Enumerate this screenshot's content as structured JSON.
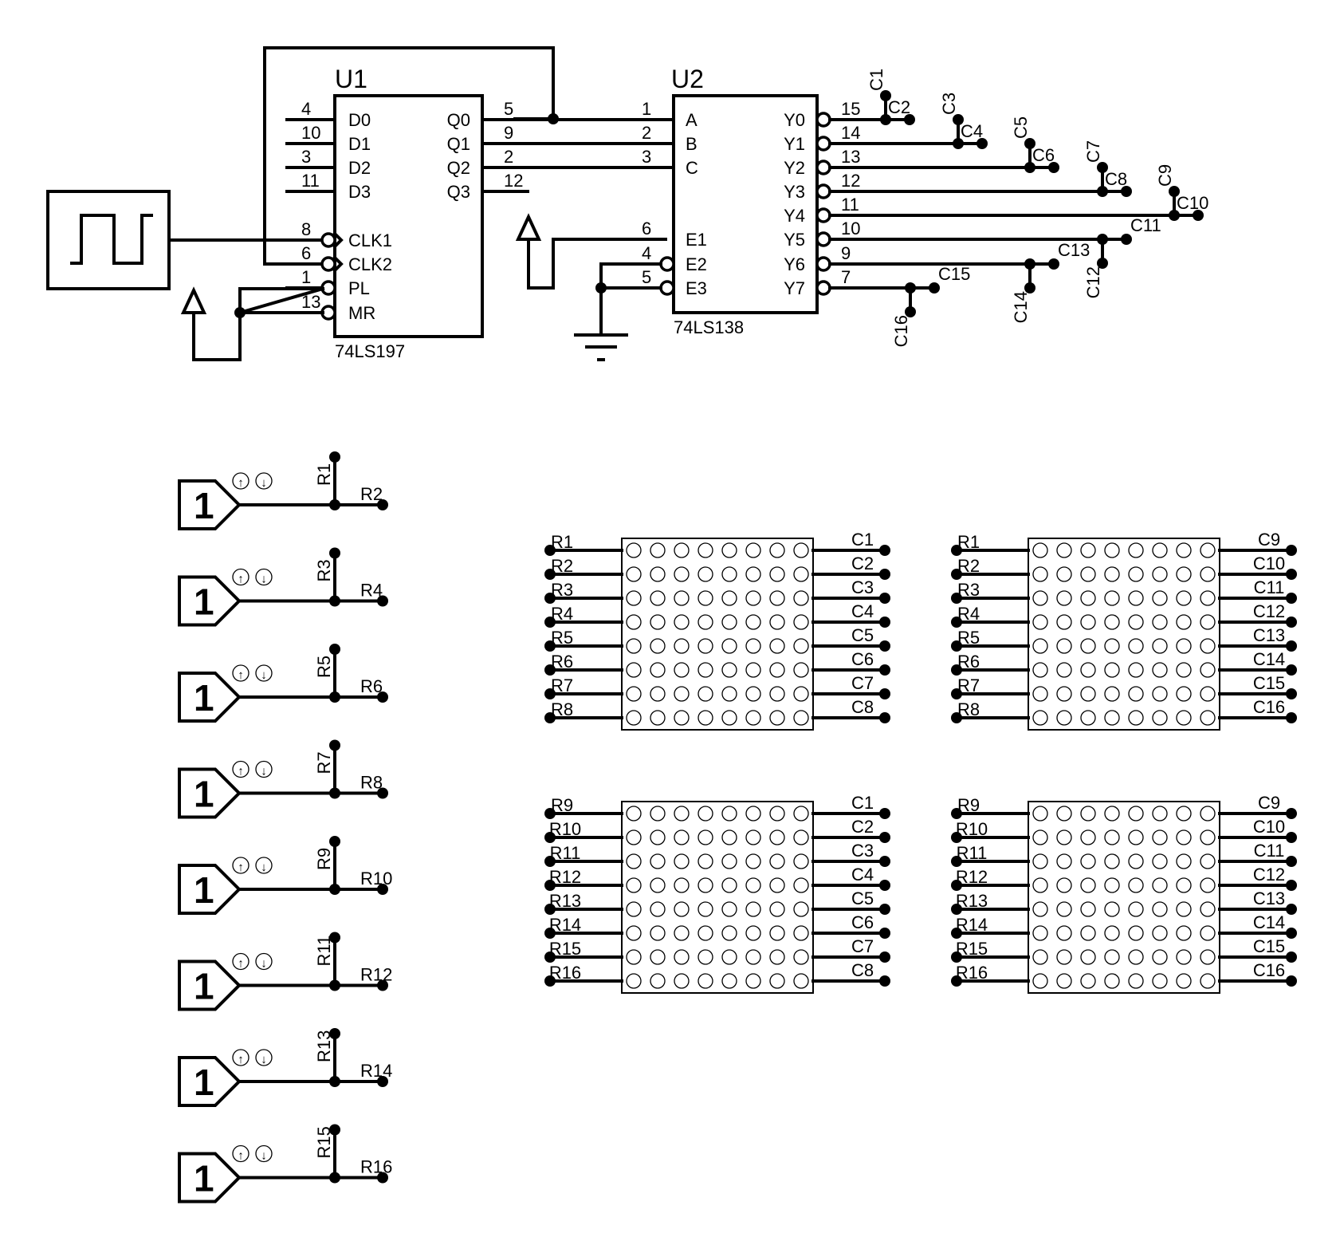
{
  "colors": {
    "ink": "#000000",
    "background": "#ffffff"
  },
  "u1": {
    "ref": "U1",
    "part": "74LS197",
    "left_pins": [
      {
        "num": "4",
        "name": "D0"
      },
      {
        "num": "10",
        "name": "D1"
      },
      {
        "num": "3",
        "name": "D2"
      },
      {
        "num": "11",
        "name": "D3"
      },
      {
        "num": "8",
        "name": "CLK1",
        "inverted": true,
        "clock": true
      },
      {
        "num": "6",
        "name": "CLK2",
        "inverted": true,
        "clock": true
      },
      {
        "num": "1",
        "name": "PL",
        "inverted": true
      },
      {
        "num": "13",
        "name": "MR",
        "inverted": true
      }
    ],
    "right_pins": [
      {
        "num": "5",
        "name": "Q0"
      },
      {
        "num": "9",
        "name": "Q1"
      },
      {
        "num": "2",
        "name": "Q2"
      },
      {
        "num": "12",
        "name": "Q3"
      }
    ]
  },
  "u2": {
    "ref": "U2",
    "part": "74LS138",
    "left_pins": [
      {
        "num": "1",
        "name": "A"
      },
      {
        "num": "2",
        "name": "B"
      },
      {
        "num": "3",
        "name": "C"
      },
      {
        "num": "6",
        "name": "E1"
      },
      {
        "num": "4",
        "name": "E2",
        "inverted": true
      },
      {
        "num": "5",
        "name": "E3",
        "inverted": true
      }
    ],
    "right_pins": [
      {
        "num": "15",
        "name": "Y0"
      },
      {
        "num": "14",
        "name": "Y1"
      },
      {
        "num": "13",
        "name": "Y2"
      },
      {
        "num": "12",
        "name": "Y3"
      },
      {
        "num": "11",
        "name": "Y4"
      },
      {
        "num": "10",
        "name": "Y5"
      },
      {
        "num": "9",
        "name": "Y6"
      },
      {
        "num": "7",
        "name": "Y7"
      }
    ]
  },
  "decoder_outputs": [
    {
      "a": "C1",
      "b": "C2"
    },
    {
      "a": "C3",
      "b": "C4"
    },
    {
      "a": "C5",
      "b": "C6"
    },
    {
      "a": "C7",
      "b": "C8"
    },
    {
      "a": "C9",
      "b": "C10"
    },
    {
      "a": "C12",
      "b": "C11"
    },
    {
      "a": "C14",
      "b": "C13"
    },
    {
      "a": "C16",
      "b": "C15"
    }
  ],
  "logic_states": [
    {
      "value": "1",
      "up": "↑",
      "down": "↓",
      "a": "R1",
      "b": "R2"
    },
    {
      "value": "1",
      "up": "↑",
      "down": "↓",
      "a": "R3",
      "b": "R4"
    },
    {
      "value": "1",
      "up": "↑",
      "down": "↓",
      "a": "R5",
      "b": "R6"
    },
    {
      "value": "1",
      "up": "↑",
      "down": "↓",
      "a": "R7",
      "b": "R8"
    },
    {
      "value": "1",
      "up": "↑",
      "down": "↓",
      "a": "R9",
      "b": "R10"
    },
    {
      "value": "1",
      "up": "↑",
      "down": "↓",
      "a": "R11",
      "b": "R12"
    },
    {
      "value": "1",
      "up": "↑",
      "down": "↓",
      "a": "R13",
      "b": "R14"
    },
    {
      "value": "1",
      "up": "↑",
      "down": "↓",
      "a": "R15",
      "b": "R16"
    }
  ],
  "matrices": [
    {
      "rows": [
        "R1",
        "R2",
        "R3",
        "R4",
        "R5",
        "R6",
        "R7",
        "R8"
      ],
      "cols": [
        "C1",
        "C2",
        "C3",
        "C4",
        "C5",
        "C6",
        "C7",
        "C8"
      ],
      "size": 8
    },
    {
      "rows": [
        "R1",
        "R2",
        "R3",
        "R4",
        "R5",
        "R6",
        "R7",
        "R8"
      ],
      "cols": [
        "C9",
        "C10",
        "C11",
        "C12",
        "C13",
        "C14",
        "C15",
        "C16"
      ],
      "size": 8
    },
    {
      "rows": [
        "R9",
        "R10",
        "R11",
        "R12",
        "R13",
        "R14",
        "R15",
        "R16"
      ],
      "cols": [
        "C1",
        "C2",
        "C3",
        "C4",
        "C5",
        "C6",
        "C7",
        "C8"
      ],
      "size": 8
    },
    {
      "rows": [
        "R9",
        "R10",
        "R11",
        "R12",
        "R13",
        "R14",
        "R15",
        "R16"
      ],
      "cols": [
        "C9",
        "C10",
        "C11",
        "C12",
        "C13",
        "C14",
        "C15",
        "C16"
      ],
      "size": 8
    }
  ]
}
